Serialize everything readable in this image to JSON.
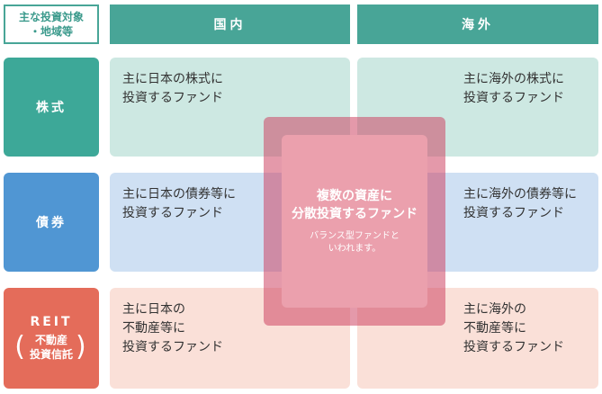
{
  "corner": {
    "lines": [
      "主な投資対象",
      "・地域等"
    ]
  },
  "columns": {
    "domestic": "国内",
    "overseas": "海外"
  },
  "rows": {
    "stock": "株式",
    "bond": "債券",
    "reit": {
      "title": "REIT",
      "open_paren": "(",
      "close_paren": ")",
      "sub_lines": [
        "不動産",
        "投資信託"
      ]
    }
  },
  "cells": {
    "domestic_stock": [
      "主に日本の株式に",
      "投資するファンド"
    ],
    "overseas_stock": [
      "主に海外の株式に",
      "投資するファンド"
    ],
    "domestic_bond": [
      "主に日本の債券等に",
      "投資するファンド"
    ],
    "overseas_bond": [
      "主に海外の債券等に",
      "投資するファンド"
    ],
    "domestic_reit": [
      "主に日本の",
      "不動産等に",
      "投資するファンド"
    ],
    "overseas_reit": [
      "主に海外の",
      "不動産等に",
      "投資するファンド"
    ]
  },
  "center": {
    "main_lines": [
      "複数の資産に",
      "分散投資するファンド"
    ],
    "sub_lines": [
      "バランス型ファンドと",
      "いわれます。"
    ]
  },
  "colors": {
    "header_teal": "#48a597",
    "stock_row": "#3da898",
    "bond_row": "#5096d3",
    "reit_row": "#e46c5a",
    "stock_cell": "#cde8e2",
    "bond_cell": "#cfe0f3",
    "reit_cell": "#fae0d8",
    "center_outer": "#d1566f",
    "center_inner": "#eba0ad"
  }
}
